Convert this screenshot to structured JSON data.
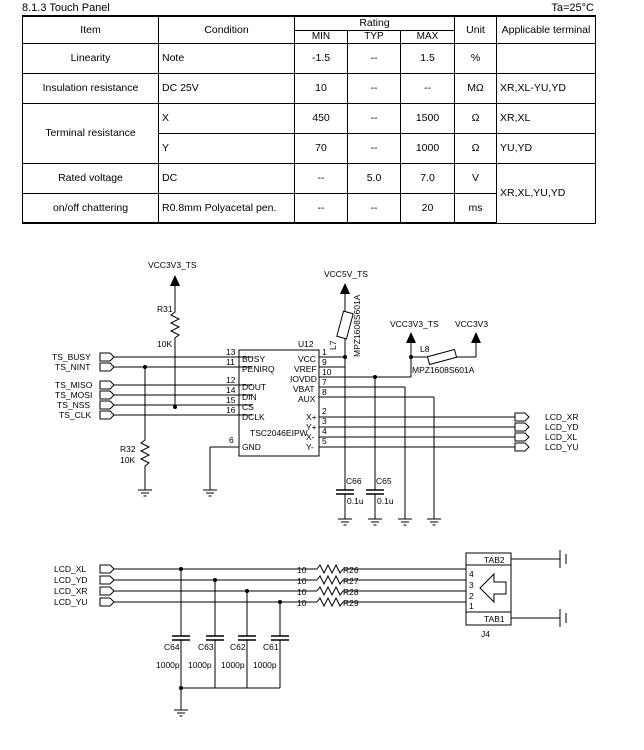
{
  "header": {
    "section": "8.1.3 Touch Panel",
    "condition": "Ta=25°C"
  },
  "table": {
    "columns": {
      "item": "Item",
      "condition": "Condition",
      "rating": "Rating",
      "min": "MIN",
      "typ": "TYP",
      "max": "MAX",
      "unit": "Unit",
      "terminal": "Applicable terminal"
    },
    "rows": [
      {
        "item": "Linearity",
        "condition": "Note",
        "min": "-1.5",
        "typ": "--",
        "max": "1.5",
        "unit": "%",
        "terminal": ""
      },
      {
        "item": "Insulation resistance",
        "condition": "DC 25V",
        "min": "10",
        "typ": "--",
        "max": "--",
        "unit": "MΩ",
        "terminal": "XR,XL-YU,YD"
      },
      {
        "item": "Terminal resistance",
        "condition": "X",
        "min": "450",
        "typ": "--",
        "max": "1500",
        "unit": "Ω",
        "terminal": "XR,XL"
      },
      {
        "item": "",
        "condition": "Y",
        "min": "70",
        "typ": "--",
        "max": "1000",
        "unit": "Ω",
        "terminal": "YU,YD"
      },
      {
        "item": "Rated voltage",
        "condition": "DC",
        "min": "--",
        "typ": "5.0",
        "max": "7.0",
        "unit": "V",
        "terminal": "XR,XL,YU,YD"
      },
      {
        "item": "on/off chattering",
        "condition": "R0.8mm Polyacetal pen.",
        "min": "--",
        "typ": "--",
        "max": "20",
        "unit": "ms",
        "terminal": ""
      }
    ]
  },
  "schematic": {
    "power": {
      "vcc3v3_ts": "VCC3V3_TS",
      "vcc5v_ts": "VCC5V_TS",
      "vcc3v3": "VCC3V3"
    },
    "left_ports": [
      "TS_BUSY",
      "TS_NINT",
      "TS_MISO",
      "TS_MOSI",
      "TS_NSS",
      "TS_CLK"
    ],
    "right_ports": [
      "LCD_XR",
      "LCD_YD",
      "LCD_XL",
      "LCD_YU"
    ],
    "ic": {
      "ref": "U12",
      "part": "TSC2046EIPW",
      "left_pins": [
        {
          "num": "13",
          "name": "BUSY"
        },
        {
          "num": "11",
          "name": "PENIRQ"
        },
        {
          "num": "12",
          "name": "DOUT"
        },
        {
          "num": "14",
          "name": "DIN"
        },
        {
          "num": "15",
          "name": "CS"
        },
        {
          "num": "16",
          "name": "DCLK"
        },
        {
          "num": "6",
          "name": "GND"
        }
      ],
      "right_pins": [
        {
          "num": "1",
          "name": "VCC"
        },
        {
          "num": "9",
          "name": "VREF"
        },
        {
          "num": "10",
          "name": "IOVDD"
        },
        {
          "num": "7",
          "name": "VBAT"
        },
        {
          "num": "8",
          "name": "AUX"
        },
        {
          "num": "2",
          "name": "X+"
        },
        {
          "num": "3",
          "name": "Y+"
        },
        {
          "num": "4",
          "name": "X-"
        },
        {
          "num": "5",
          "name": "Y-"
        }
      ]
    },
    "r31": {
      "ref": "R31",
      "value": "10K"
    },
    "r32": {
      "ref": "R32",
      "value": "10K"
    },
    "l7": {
      "ref": "L7",
      "value": "MPZ1608S601A"
    },
    "l8": {
      "ref": "L8",
      "value": "MPZ1608S601A"
    },
    "c66": {
      "ref": "C66",
      "value": "0.1u"
    },
    "c65": {
      "ref": "C65",
      "value": "0.1u"
    },
    "lower_ports": [
      "LCD_XL",
      "LCD_YD",
      "LCD_XR",
      "LCD_YU"
    ],
    "resistors": [
      {
        "value": "10",
        "ref": "R26"
      },
      {
        "value": "10",
        "ref": "R27"
      },
      {
        "value": "10",
        "ref": "R28"
      },
      {
        "value": "10",
        "ref": "R29"
      }
    ],
    "caps": [
      {
        "ref": "C64",
        "value": "1000p"
      },
      {
        "ref": "C63",
        "value": "1000p"
      },
      {
        "ref": "C62",
        "value": "1000p"
      },
      {
        "ref": "C61",
        "value": "1000p"
      }
    ],
    "connector": {
      "ref": "J4",
      "tab2": "TAB2",
      "tab1": "TAB1",
      "pins": [
        "4",
        "3",
        "2",
        "1"
      ]
    }
  }
}
